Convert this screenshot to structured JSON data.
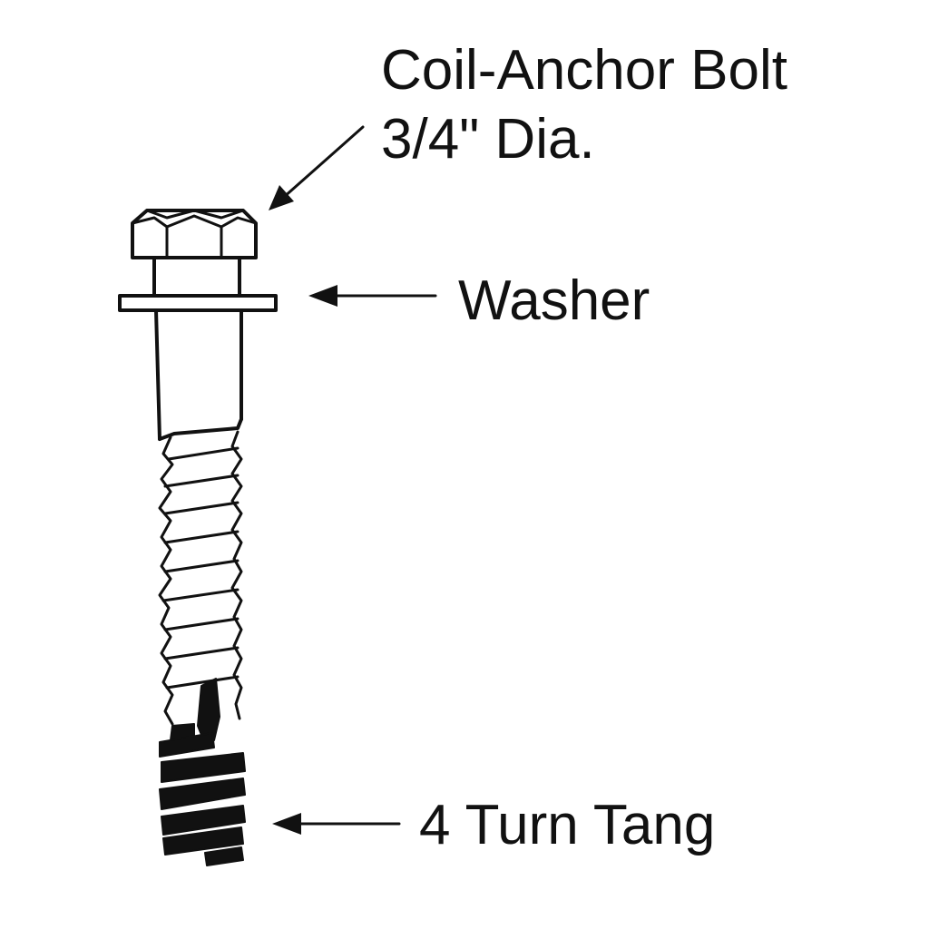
{
  "labels": {
    "bolt_line1": "Coil-Anchor Bolt",
    "bolt_line2": "3/4\" Dia.",
    "washer": "Washer",
    "tang": "4 Turn Tang"
  }
}
